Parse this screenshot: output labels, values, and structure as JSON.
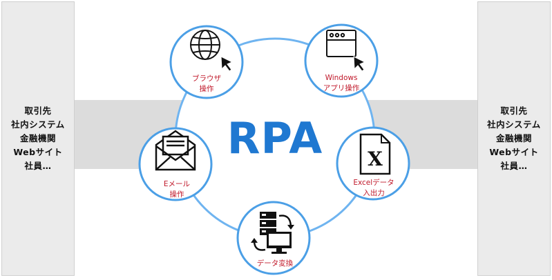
{
  "left_panel": {
    "items": [
      "取引先",
      "社内システム",
      "金融機関",
      "Webサイト",
      "社員…"
    ]
  },
  "right_panel": {
    "items": [
      "取引先",
      "社内システム",
      "金融機関",
      "Webサイト",
      "社員…"
    ]
  },
  "center": {
    "title": "RPA"
  },
  "nodes": {
    "browser": {
      "line1": "ブラウザ",
      "line2": "操作",
      "icon": "globe-cursor-icon"
    },
    "windows": {
      "line1": "Windows",
      "line2": "アプリ操作",
      "icon": "window-cursor-icon"
    },
    "email": {
      "line1": "Eメール",
      "line2": "操作",
      "icon": "envelope-icon"
    },
    "excel": {
      "line1": "Excelデータ",
      "line2": "入出力",
      "icon": "excel-file-icon"
    },
    "data": {
      "line1": "データ変換",
      "icon": "server-monitor-sync-icon"
    }
  },
  "colors": {
    "accent": "#1f78d1",
    "ring": "#6fb4f0",
    "label": "#c0182a",
    "panel": "#ebebeb",
    "band": "#dcdcdc"
  }
}
